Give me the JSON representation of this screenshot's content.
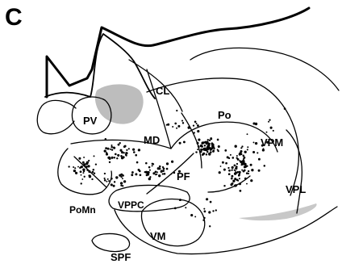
{
  "panel_letter": "C",
  "regions": [
    {
      "id": "cl",
      "label": "CL"
    },
    {
      "id": "po",
      "label": "Po"
    },
    {
      "id": "pv",
      "label": "PV"
    },
    {
      "id": "md",
      "label": "MD"
    },
    {
      "id": "vpm",
      "label": "VPM"
    },
    {
      "id": "pf",
      "label": "PF"
    },
    {
      "id": "vpl",
      "label": "VPL"
    },
    {
      "id": "pomn",
      "label": "PoMn"
    },
    {
      "id": "vppc",
      "label": "VPPC"
    },
    {
      "id": "vm",
      "label": "VM"
    },
    {
      "id": "spf",
      "label": "SPF"
    }
  ],
  "colors": {
    "ink": "#000000",
    "shading": "#bdbdbd",
    "background": "#ffffff"
  }
}
